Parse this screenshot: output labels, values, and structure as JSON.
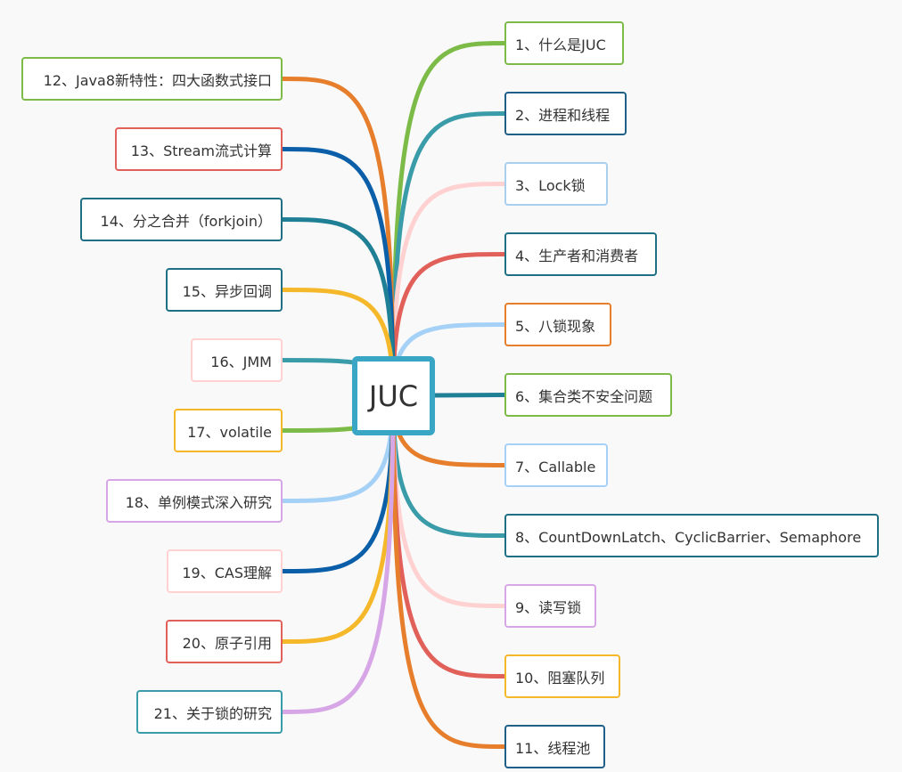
{
  "root": {
    "label": "JUC",
    "border_color": "#3aa6c6"
  },
  "branches": [
    {
      "label": "1、什么是JUC",
      "side": "right",
      "color": "#7cbb47",
      "border": "#7cbb47"
    },
    {
      "label": "2、进程和线程",
      "side": "right",
      "color": "#3a9ca8",
      "border": "#1f5f88"
    },
    {
      "label": "3、Lock锁",
      "side": "right",
      "color": "#ffd1d1",
      "border": "#a9cfee"
    },
    {
      "label": "4、生产者和消费者",
      "side": "right",
      "color": "#e2605a",
      "border": "#1f6f85"
    },
    {
      "label": "5、八锁现象",
      "side": "right",
      "color": "#a6d1f7",
      "border": "#e67e2c"
    },
    {
      "label": "6、集合类不安全问题",
      "side": "right",
      "color": "#1f7f95",
      "border": "#7cbb47"
    },
    {
      "label": "7、Callable",
      "side": "right",
      "color": "#e67e2c",
      "border": "#a6d1f7"
    },
    {
      "label": "8、CountDownLatch、CyclicBarrier、Semaphore",
      "side": "right",
      "color": "#3a9ca8",
      "border": "#1f6f85"
    },
    {
      "label": "9、读写锁",
      "side": "right",
      "color": "#ffd1d1",
      "border": "#d7a6e6"
    },
    {
      "label": "10、阻塞队列",
      "side": "right",
      "color": "#e2605a",
      "border": "#f5b82a"
    },
    {
      "label": "11、线程池",
      "side": "right",
      "color": "#e67e2c",
      "border": "#1f5f88"
    },
    {
      "label": "12、Java8新特性：四大函数式接口",
      "side": "left",
      "color": "#e67e2c",
      "border": "#7cbb47"
    },
    {
      "label": "13、Stream流式计算",
      "side": "left",
      "color": "#0b5ea8",
      "border": "#e2605a"
    },
    {
      "label": "14、分之合并（forkjoin）",
      "side": "left",
      "color": "#1f7f95",
      "border": "#1f6f85"
    },
    {
      "label": "15、异步回调",
      "side": "left",
      "color": "#f5b82a",
      "border": "#1f6f85"
    },
    {
      "label": "16、JMM",
      "side": "left",
      "color": "#3a9ca8",
      "border": "#ffd1d1"
    },
    {
      "label": "17、volatile",
      "side": "left",
      "color": "#7cbb47",
      "border": "#f5b82a"
    },
    {
      "label": "18、单例模式深入研究",
      "side": "left",
      "color": "#a6d1f7",
      "border": "#d7a6e6"
    },
    {
      "label": "19、CAS理解",
      "side": "left",
      "color": "#0b5ea8",
      "border": "#ffd1d1"
    },
    {
      "label": "20、原子引用",
      "side": "left",
      "color": "#f5b82a",
      "border": "#e2605a"
    },
    {
      "label": "21、关于锁的研究",
      "side": "left",
      "color": "#d7a6e6",
      "border": "#3a9ca8"
    }
  ]
}
